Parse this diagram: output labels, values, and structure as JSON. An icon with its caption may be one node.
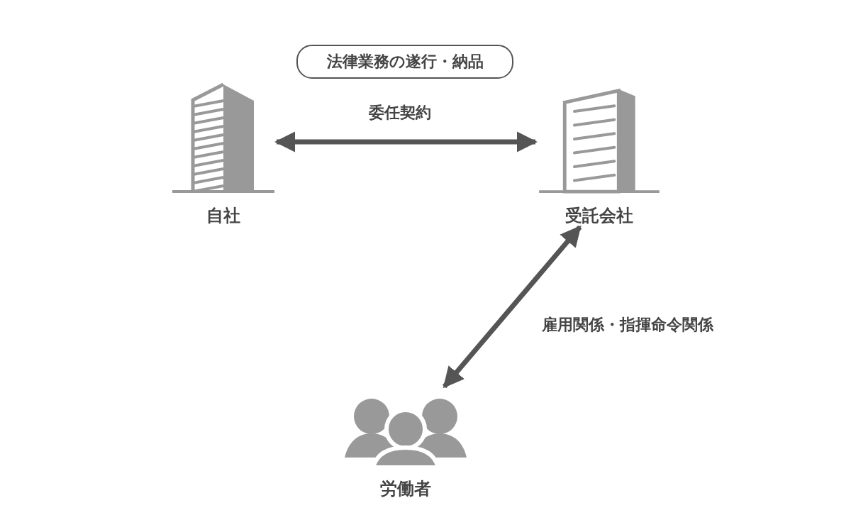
{
  "diagram": {
    "nodes": [
      {
        "text": [
          "法律業務の遂行・納品"
        ]
      },
      {
        "text": [
          "自社"
        ]
      },
      {
        "text": [
          "受託会社"
        ]
      },
      {
        "text": [
          "労働者"
        ]
      }
    ],
    "edges": [
      {
        "from": 1,
        "to": 2,
        "arrow": "both",
        "label": "委任契約"
      },
      {
        "from": 2,
        "to": 3,
        "arrow": "both",
        "label": "雇用関係・指揮命令関係"
      }
    ]
  }
}
